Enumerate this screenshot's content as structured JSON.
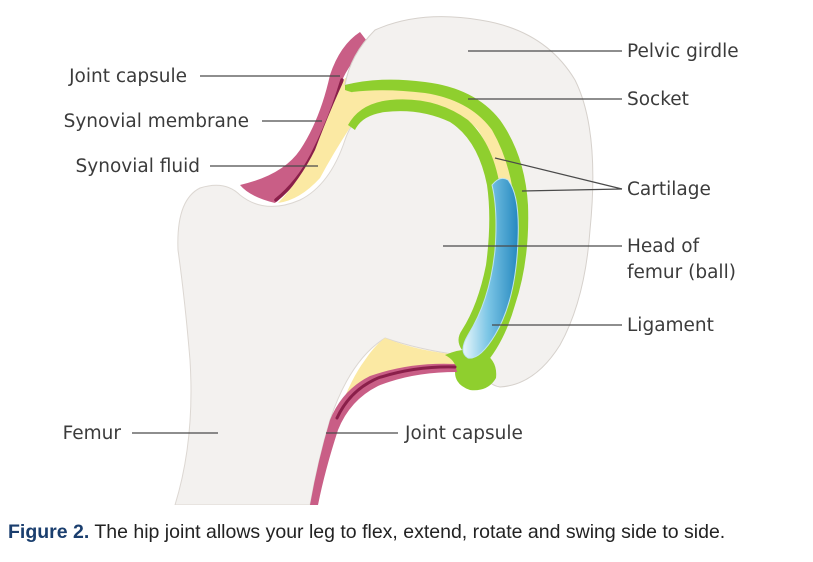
{
  "labels": {
    "joint_capsule_top": "Joint capsule",
    "synovial_membrane": "Synovial membrane",
    "synovial_fluid": "Synovial fluid",
    "femur": "Femur",
    "joint_capsule_bottom": "Joint capsule",
    "pelvic_girdle": "Pelvic girdle",
    "socket": "Socket",
    "cartilage": "Cartilage",
    "head_of_femur_line1": "Head of",
    "head_of_femur_line2": "femur (ball)",
    "ligament": "Ligament"
  },
  "caption": {
    "label": "Figure 2.",
    "text": " The hip joint allows your leg to flex, extend, rotate and swing side to side."
  },
  "colors": {
    "bone": "#f3f1ef",
    "bone_outline": "#cfcac5",
    "capsule": "#c95e86",
    "capsule_dark": "#8a1f4a",
    "synovial_fluid": "#fbe9a3",
    "cartilage": "#8fcf2e",
    "ligament_dark": "#2a8fc4",
    "ligament_light": "#e6f5fb",
    "caption_label": "#1a3e6e"
  }
}
